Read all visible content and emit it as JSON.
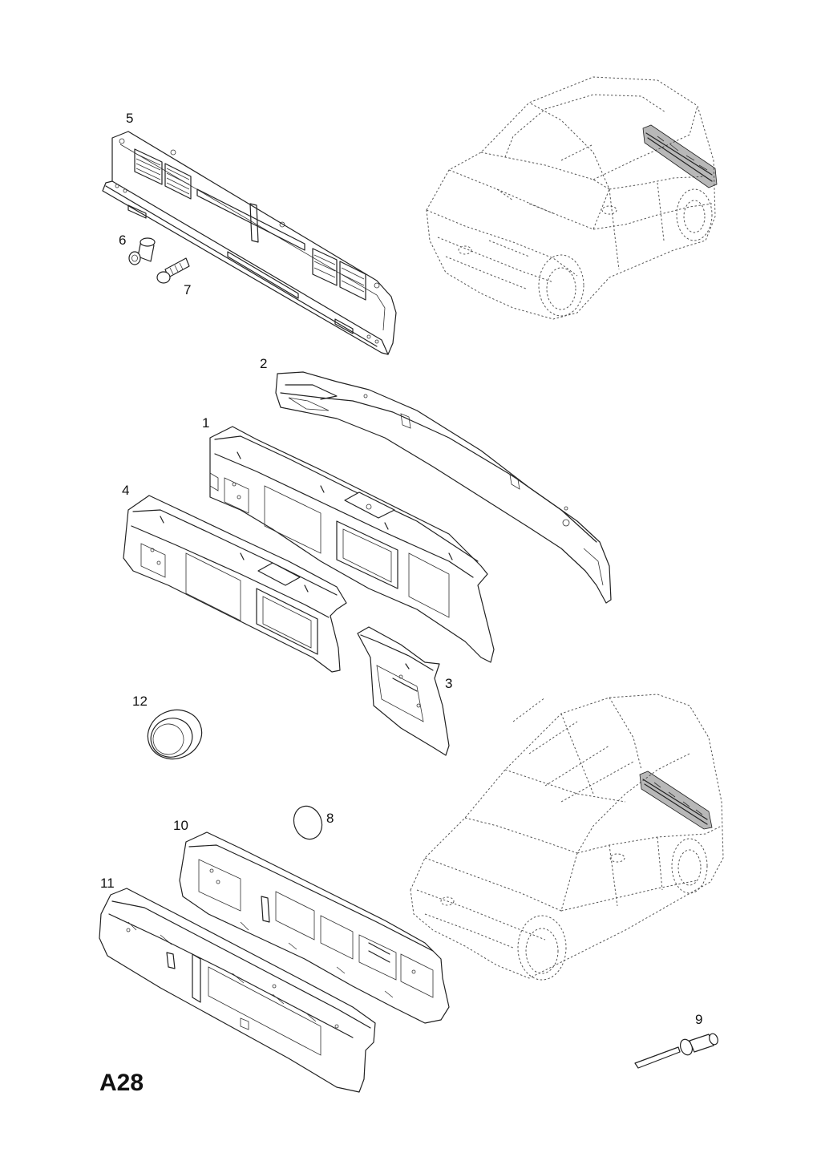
{
  "page_code": "A28",
  "callouts": [
    {
      "id": "5",
      "text": "5"
    },
    {
      "id": "6",
      "text": "6"
    },
    {
      "id": "7",
      "text": "7"
    },
    {
      "id": "2",
      "text": "2"
    },
    {
      "id": "1",
      "text": "1"
    },
    {
      "id": "4",
      "text": "4"
    },
    {
      "id": "3",
      "text": "3"
    },
    {
      "id": "12",
      "text": "12"
    },
    {
      "id": "10",
      "text": "10"
    },
    {
      "id": "8",
      "text": "8"
    },
    {
      "id": "11",
      "text": "11"
    },
    {
      "id": "9",
      "text": "9"
    }
  ]
}
